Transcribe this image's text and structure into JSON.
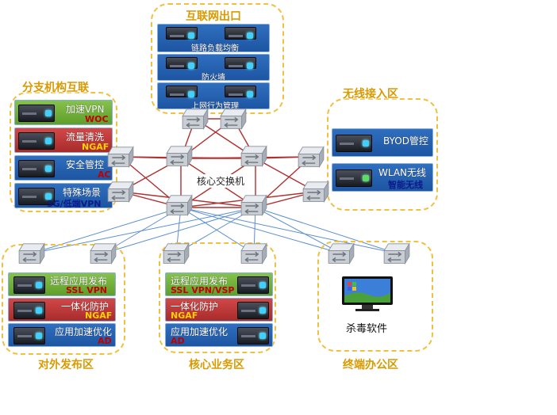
{
  "colors": {
    "zone_border": "#f0c040",
    "zone_title": "#d99a00",
    "wire_red": "#b03030",
    "wire_blue": "#5b8fd0",
    "card_blue": "#2f6fbf",
    "card_green": "#6faf35",
    "card_red": "#bf3a3a"
  },
  "internet_exit": {
    "title": "互联网出口",
    "items": [
      "链路负载均衡",
      "防火墙",
      "上网行为管理"
    ]
  },
  "branch": {
    "title": "分支机构互联",
    "items": [
      {
        "label": "加速VPN",
        "sub": "WOC"
      },
      {
        "label": "流量清洗",
        "sub": "NGAF"
      },
      {
        "label": "安全管控",
        "sub": "AC"
      },
      {
        "label": "特殊场景",
        "sub": "3G/低端VPN"
      }
    ]
  },
  "wireless": {
    "title": "无线接入区",
    "items": [
      {
        "label": "BYOD管控",
        "sub": ""
      },
      {
        "label": "WLAN无线",
        "sub": "智能无线"
      }
    ]
  },
  "core": {
    "label": "核心交换机"
  },
  "external": {
    "title": "对外发布区",
    "items": [
      {
        "label": "远程应用发布",
        "sub": "SSL VPN"
      },
      {
        "label": "一体化防护",
        "sub": "NGAF"
      },
      {
        "label": "应用加速优化",
        "sub": "AD"
      }
    ]
  },
  "core_business": {
    "title": "核心业务区",
    "items": [
      {
        "label": "远程应用发布",
        "sub": "SSL VPN/VSP"
      },
      {
        "label": "一体化防护",
        "sub": "NGAF"
      },
      {
        "label": "应用加速优化",
        "sub": "AD"
      }
    ]
  },
  "terminal": {
    "title": "终端办公区",
    "item": "杀毒软件"
  },
  "icons": [
    "server-appliance-icon",
    "network-switch-icon",
    "monitor-icon"
  ]
}
